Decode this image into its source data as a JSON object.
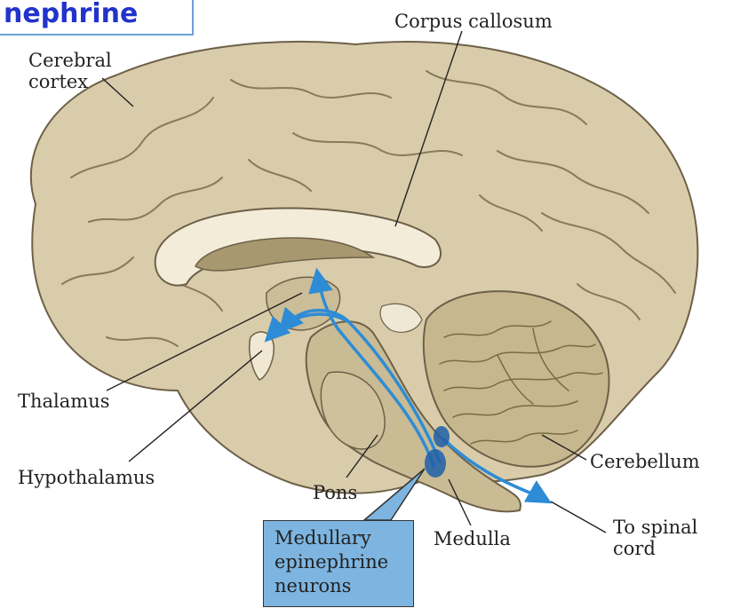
{
  "title_fragment": "nephrine",
  "labels": {
    "cerebral_cortex": [
      "Cerebral",
      "cortex"
    ],
    "corpus_callosum": "Corpus callosum",
    "thalamus": "Thalamus",
    "hypothalamus": "Hypothalamus",
    "pons": "Pons",
    "medulla": "Medulla",
    "cerebellum": "Cerebellum",
    "to_spinal_cord": [
      "To spinal",
      "cord"
    ]
  },
  "callout": [
    "Medullary",
    "epinephrine",
    "neurons"
  ],
  "colors": {
    "brain_fill": "#d8ccaa",
    "brain_dark": "#b3a47e",
    "pathway": "#2e8cd6",
    "neuron": "#1f5fa8",
    "callout_fill": "#7db5e0",
    "title_text": "#2233cc",
    "title_border": "#6aa0d8"
  }
}
